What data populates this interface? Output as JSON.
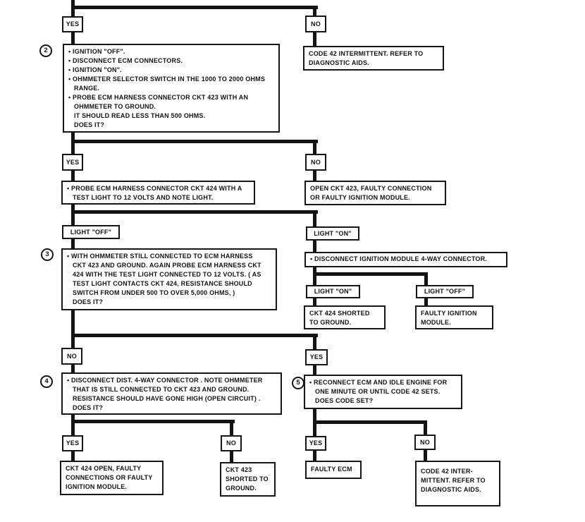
{
  "labels": {
    "yes": "YES",
    "no": "NO",
    "light_on": "LIGHT \"ON\"",
    "light_off": "LIGHT \"OFF\""
  },
  "step_numbers": {
    "s2": "2",
    "s3": "3",
    "s4": "4",
    "s5": "5"
  },
  "steps": {
    "s2": {
      "lines": [
        "• IGNITION \"OFF\".",
        "• DISCONNECT ECM CONNECTORS.",
        "• IGNITION \"ON\".",
        "• OHMMETER SELECTOR SWITCH IN THE 1000 TO 2000 OHMS",
        "RANGE.",
        "• PROBE ECM HARNESS CONNECTOR CKT 423 WITH AN",
        "OHMMETER TO GROUND.",
        "IT SHOULD READ LESS THAN 500 OHMS.",
        "DOES IT?"
      ]
    },
    "probe424": {
      "lines": [
        "• PROBE ECM HARNESS CONNECTOR CKT 424 WITH A",
        "TEST LIGHT TO 12 VOLTS AND NOTE LIGHT."
      ]
    },
    "s3": {
      "lines": [
        "• WITH OHMMETER STILL CONNECTED TO ECM HARNESS",
        "CKT 423 AND GROUND. AGAIN PROBE ECM HARNESS CKT",
        "424 WITH THE TEST LIGHT CONNECTED TO 12 VOLTS.  ( AS",
        "TEST LIGHT CONTACTS CKT 424, RESISTANCE SHOULD",
        "SWITCH FROM UNDER 500 TO OVER 5,000 OHMS, )",
        "DOES IT?"
      ]
    },
    "disconnect_module": {
      "lines": [
        "• DISCONNECT IGNITION MODULE 4-WAY CONNECTOR."
      ]
    },
    "s4": {
      "lines": [
        "• DISCONNECT DIST. 4-WAY CONNECTOR . NOTE OHMMETER",
        "THAT IS STILL CONNECTED TO CKT 423 AND GROUND.",
        "RESISTANCE SHOULD HAVE GONE HIGH (OPEN CIRCUIT) .",
        "DOES IT?"
      ]
    },
    "s5": {
      "lines": [
        "• RECONNECT ECM AND IDLE ENGINE FOR",
        "ONE MINUTE OR UNTIL CODE 42 SETS.",
        "DOES CODE SET?"
      ]
    }
  },
  "results": {
    "code42_top": {
      "lines": [
        "CODE 42 INTERMITTENT.  REFER TO",
        "DIAGNOSTIC AIDS."
      ]
    },
    "open_ckt423": {
      "lines": [
        "OPEN CKT 423, FAULTY CONNECTION",
        "OR FAULTY IGNITION MODULE."
      ]
    },
    "ckt424_shorted": {
      "lines": [
        "CKT 424  SHORTED",
        "TO GROUND."
      ]
    },
    "faulty_ignition_module": {
      "lines": [
        "FAULTY IGNITION",
        "MODULE."
      ]
    },
    "ckt424_open": {
      "lines": [
        "CKT 424 OPEN, FAULTY",
        "CONNECTIONS OR FAULTY",
        "IGNITION MODULE."
      ]
    },
    "ckt423_shorted": {
      "lines": [
        "CKT 423",
        "SHORTED TO",
        "GROUND."
      ]
    },
    "faulty_ecm": {
      "lines": [
        "FAULTY ECM"
      ]
    },
    "code42_bottom": {
      "lines": [
        "CODE 42 INTER-",
        "MITTENT.  REFER TO",
        "DIAGNOSTIC AIDS."
      ]
    }
  }
}
